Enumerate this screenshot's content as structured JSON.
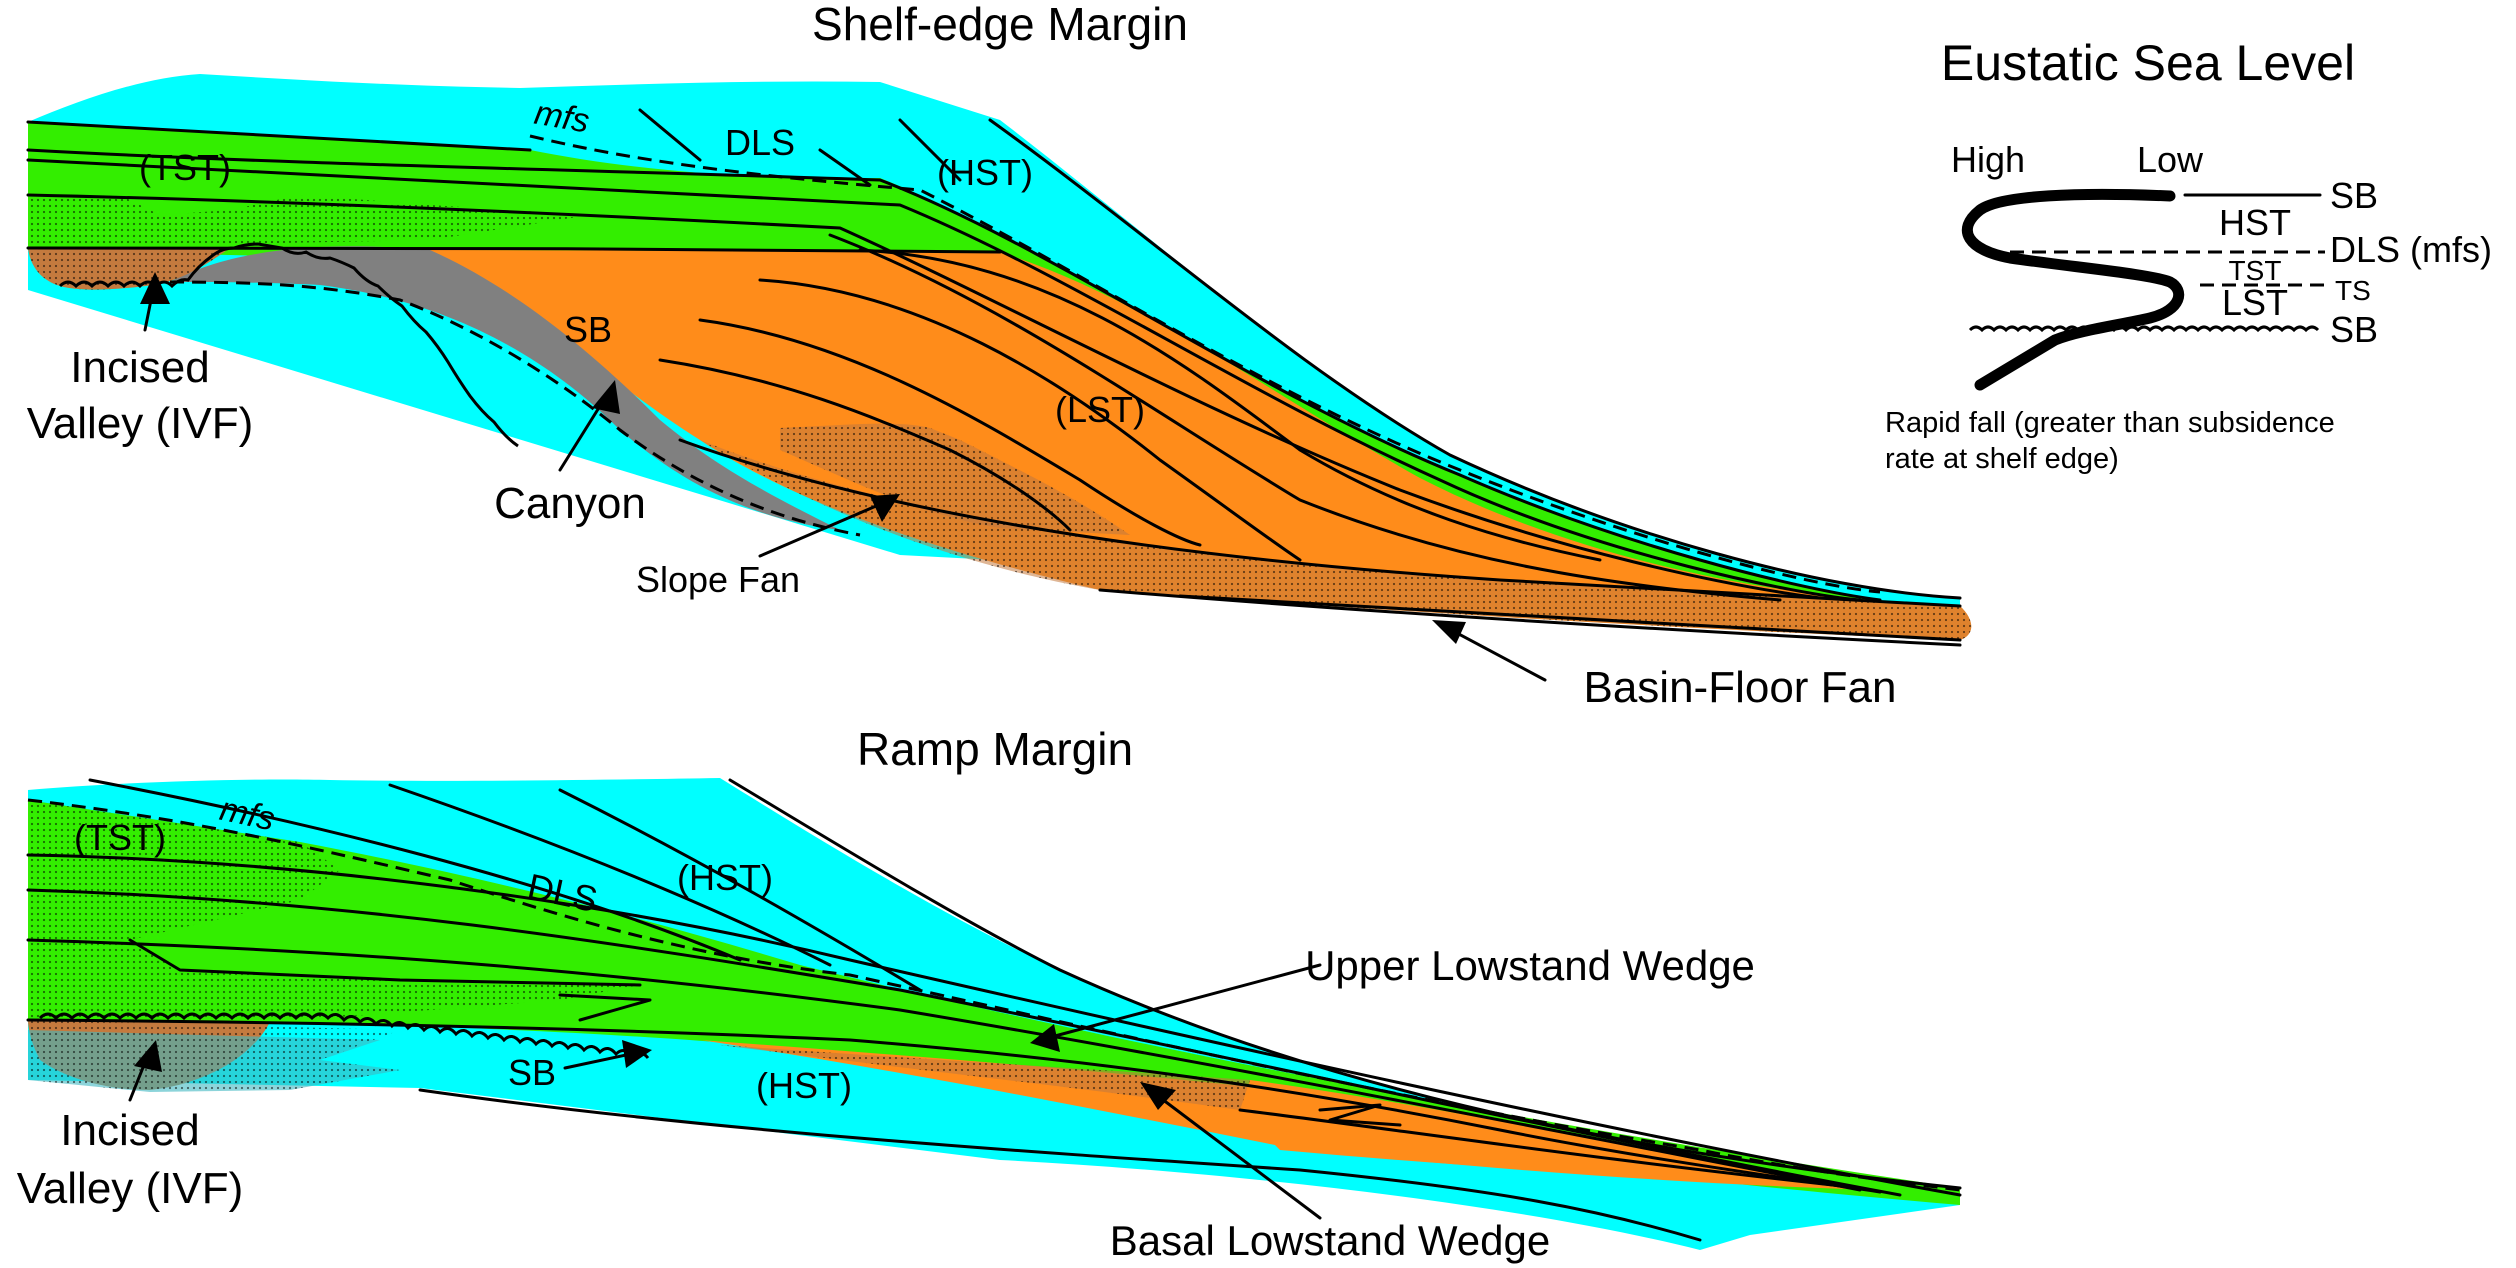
{
  "colors": {
    "water": "#00ffff",
    "green": "#33ee00",
    "orange": "#ff8c1a",
    "gray": "#808080",
    "brown": "#c47a3e"
  },
  "shelf": {
    "title": "Shelf-edge Margin",
    "tst": "(TST)",
    "mfs": "mfs",
    "dls": "DLS",
    "hst": "(HST)",
    "lst": "(LST)",
    "sb": "SB",
    "incised_line1": "Incised",
    "incised_line2": "Valley (IVF)",
    "canyon": "Canyon",
    "slope_fan": "Slope Fan",
    "basin_floor_fan": "Basin-Floor Fan"
  },
  "ramp": {
    "title": "Ramp Margin",
    "tst": "(TST)",
    "mfs": "mfs",
    "dls": "DLS",
    "hst_upper": "(HST)",
    "hst_lower": "(HST)",
    "sb": "SB",
    "incised_line1": "Incised",
    "incised_line2": "Valley (IVF)",
    "upper_wedge": "Upper Lowstand Wedge",
    "basal_wedge": "Basal Lowstand Wedge"
  },
  "sea_level": {
    "title": "Eustatic Sea Level",
    "high": "High",
    "low": "Low",
    "sb_top": "SB",
    "hst": "HST",
    "dls": "DLS (mfs)",
    "tst": "TST",
    "ts": "TS",
    "lst": "LST",
    "sb_bottom": "SB",
    "note_line1": "Rapid fall (greater than subsidence",
    "note_line2": "rate at shelf edge)"
  }
}
